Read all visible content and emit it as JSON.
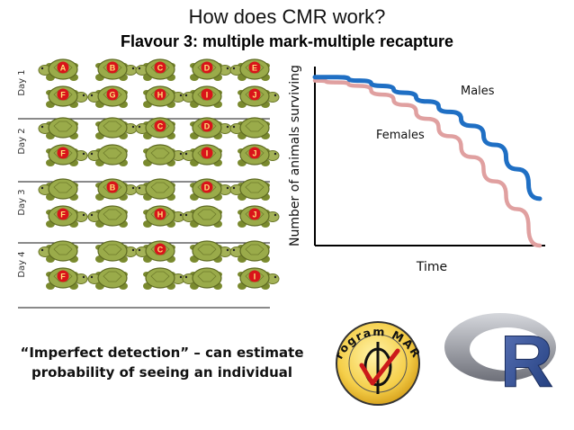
{
  "title": "How does CMR work?",
  "subtitle": "Flavour 3: multiple mark-multiple recapture",
  "days": [
    {
      "label": "Day 1",
      "rows": [
        [
          "A",
          "B",
          "C",
          "D",
          "E"
        ],
        [
          "F",
          "G",
          "H",
          "I",
          "J"
        ]
      ]
    },
    {
      "label": "Day 2",
      "rows": [
        [
          "",
          "",
          "C",
          "D",
          ""
        ],
        [
          "F",
          "",
          "",
          "I",
          "J"
        ]
      ]
    },
    {
      "label": "Day 3",
      "rows": [
        [
          "",
          "B",
          "",
          "D",
          ""
        ],
        [
          "F",
          "",
          "H",
          "",
          "J"
        ]
      ]
    },
    {
      "label": "Day 4",
      "rows": [
        [
          "",
          "",
          "C",
          "",
          ""
        ],
        [
          "F",
          "",
          "",
          "",
          "I"
        ]
      ]
    }
  ],
  "caption": "“Imperfect detection” – can estimate probability of seeing an individual",
  "chart_data": {
    "type": "line",
    "title": "",
    "xlabel": "Time",
    "ylabel": "Number of animals surviving",
    "x": [
      0,
      0.1,
      0.2,
      0.3,
      0.4,
      0.5,
      0.6,
      0.7,
      0.8,
      0.9,
      1.0
    ],
    "series": [
      {
        "name": "Males",
        "color": "#1f6fc4",
        "values": [
          0.97,
          0.97,
          0.95,
          0.92,
          0.88,
          0.83,
          0.77,
          0.69,
          0.58,
          0.44,
          0.27
        ]
      },
      {
        "name": "Females",
        "color": "#e0a0a0",
        "values": [
          0.95,
          0.94,
          0.92,
          0.87,
          0.81,
          0.73,
          0.63,
          0.51,
          0.37,
          0.21,
          0.0
        ]
      }
    ],
    "xlim": [
      0,
      1.0
    ],
    "ylim": [
      0,
      1.0
    ],
    "grid": false
  },
  "logos": {
    "mark_text": "Program MARK",
    "r_text": "R"
  },
  "colors": {
    "shell": "#9aab4a",
    "mark": "#d9141a",
    "male": "#1f6fc4",
    "female": "#e0a0a0"
  }
}
